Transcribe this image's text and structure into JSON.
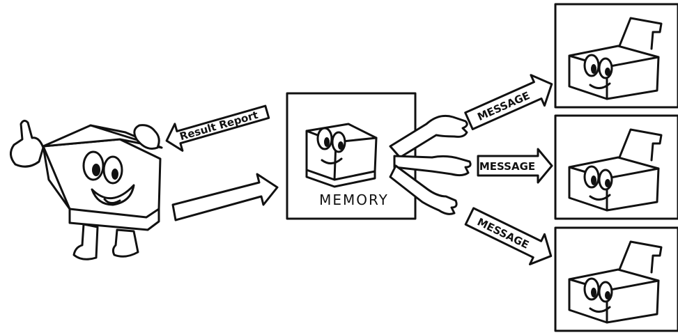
{
  "labels": {
    "result_report": "Result Report",
    "memory": "MEMORY",
    "message_1": "MESSAGE",
    "message_2": "MESSAGE",
    "message_3": "MESSAGE"
  },
  "colors": {
    "ink": "#111111",
    "paper": "#ffffff"
  },
  "icons": {
    "sender": "cartoon-fax-machine-icon",
    "memory": "memory-fax-icon",
    "receivers": "receiver-fax-icon"
  }
}
